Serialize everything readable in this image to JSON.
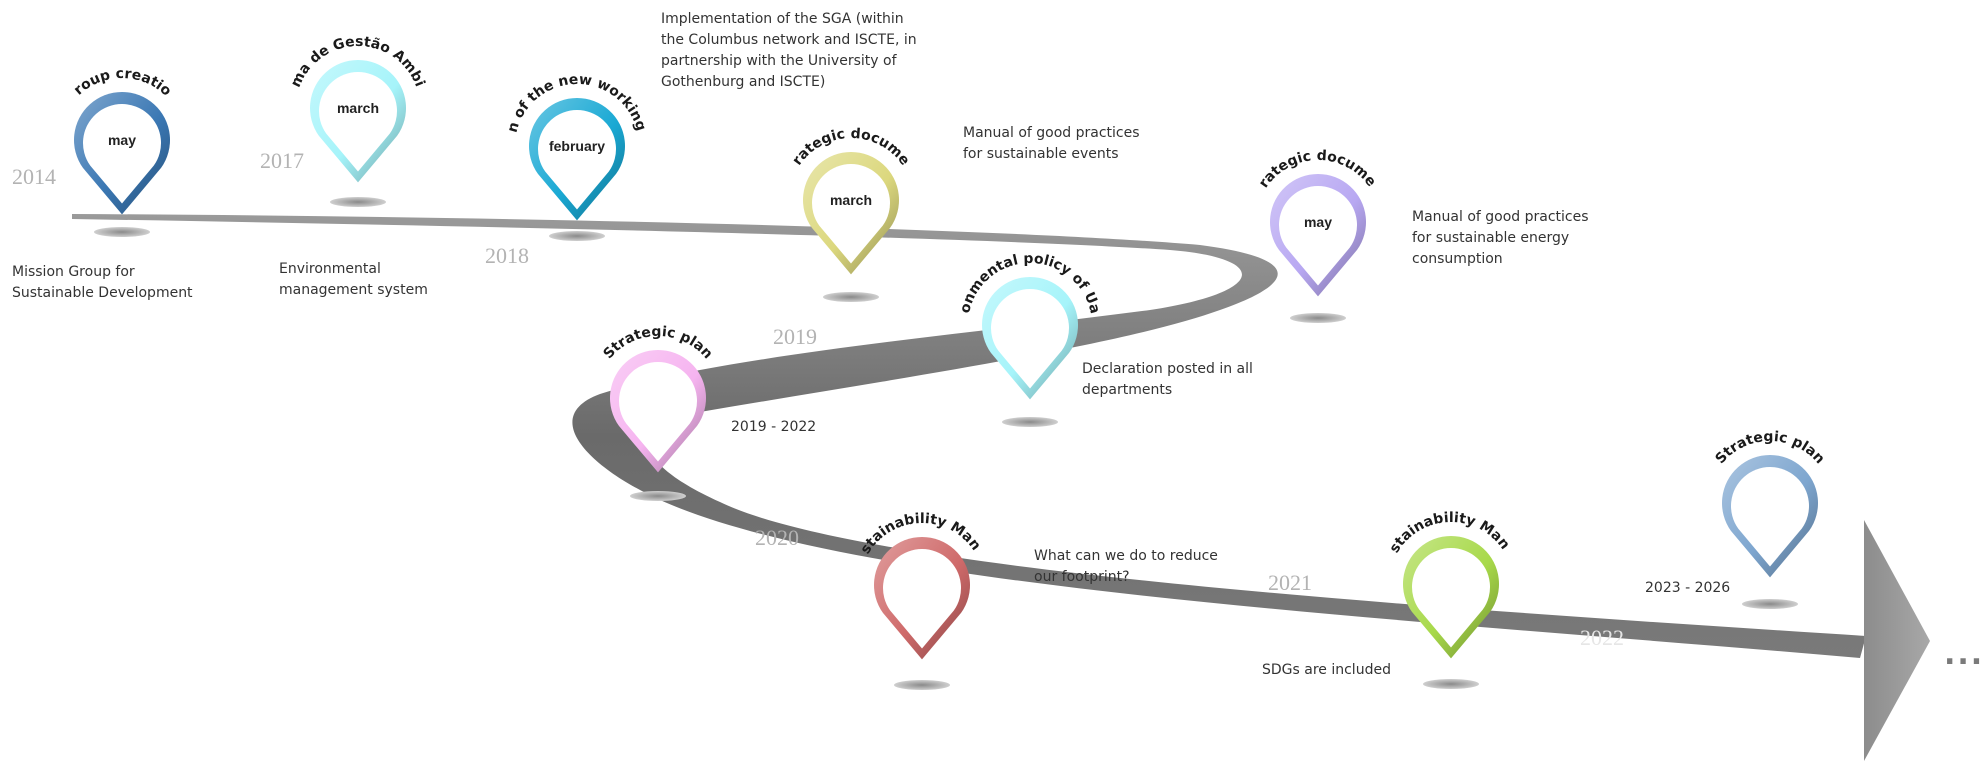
{
  "timeline": {
    "years": [
      "2014",
      "2017",
      "2018",
      "2019",
      "2020",
      "2021",
      "2022"
    ],
    "continuation": "...",
    "milestones": [
      {
        "title": "Group creation",
        "month": "may",
        "color": "#3b78b4",
        "description": [
          "Mission Group for",
          "Sustainable Development"
        ]
      },
      {
        "title": "Sistema de Gestão Ambiental",
        "month": "march",
        "color": "#a6f4fa",
        "description": [
          "Environmental",
          "management system"
        ]
      },
      {
        "title": "Mission of the new working group",
        "month": "february",
        "color": "#1aa9d4",
        "description": [
          "Implementation of the SGA (within",
          "the Columbus network and ISCTE, in",
          "partnership with the University of",
          "Gothenburg and ISCTE)"
        ]
      },
      {
        "title": "Strategic document",
        "month": "march",
        "color": "#dcd87e",
        "description": [
          "Manual of good practices",
          "for sustainable events"
        ]
      },
      {
        "title": "strategic document",
        "month": "may",
        "color": "#b8a8f2",
        "description": [
          "Manual of good practices",
          "for sustainable energy",
          "consumption"
        ]
      },
      {
        "title": "Environmental policy of Uaveiro",
        "month": "",
        "color": "#a6f4fa",
        "description": [
          "Declaration posted in all",
          "departments"
        ]
      },
      {
        "title": "Strategic plan",
        "month": "",
        "color": "#f6b4f0",
        "description": [
          "2019 - 2022"
        ]
      },
      {
        "title": "Sustainability Manual",
        "month": "",
        "color": "#cf6a6a",
        "description": [
          "What can we do to reduce",
          "our footprint?"
        ]
      },
      {
        "title": "Sustainability Manual",
        "month": "",
        "color": "#a8d94a",
        "description": [
          "SDGs are included"
        ]
      },
      {
        "title": "Strategic plan",
        "month": "",
        "color": "#7ea6cf",
        "description": [
          "2023 - 2026"
        ]
      }
    ]
  }
}
